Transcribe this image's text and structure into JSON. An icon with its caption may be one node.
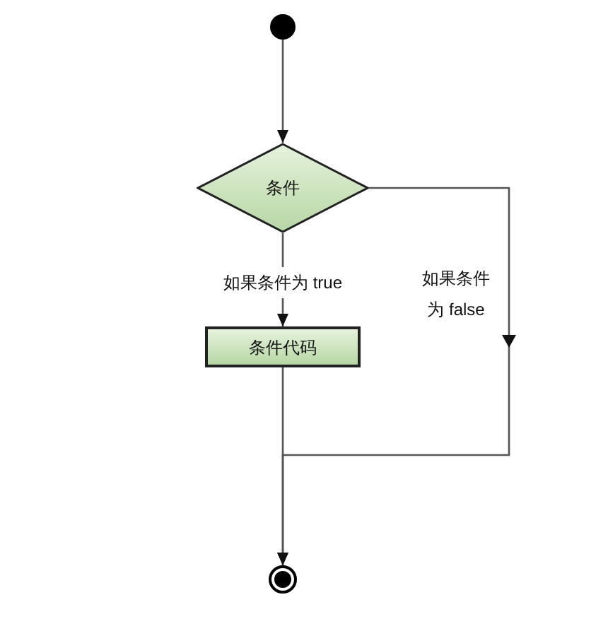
{
  "diagram": {
    "nodes": [
      {
        "text": [],
        "shape": "circle"
      },
      {
        "text": [
          "条件"
        ]
      },
      {
        "text": [
          "条件代码"
        ]
      },
      {
        "text": [],
        "shape": "circle"
      }
    ],
    "edges": [
      {
        "from": 0,
        "to": 1,
        "arrow": "to"
      },
      {
        "from": 1,
        "to": 2,
        "arrow": "to",
        "label": "如果条件为 true"
      },
      {
        "from": 1,
        "to": 3,
        "arrow": "to",
        "label": "如果条件为 false"
      },
      {
        "from": 2,
        "to": 3,
        "arrow": "to"
      }
    ]
  }
}
